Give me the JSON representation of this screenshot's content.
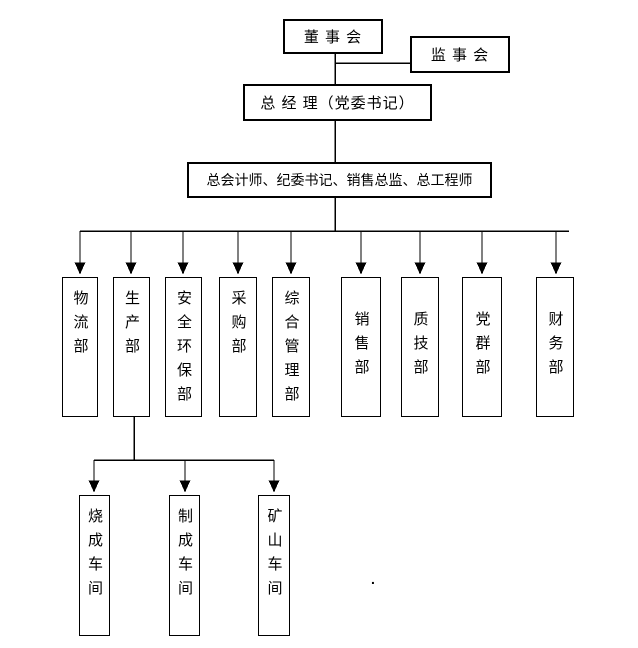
{
  "org_chart": {
    "board": {
      "label": "董 事 会"
    },
    "supervisory": {
      "label": "监 事 会"
    },
    "general_manager": {
      "label": "总 经 理（党委书记）"
    },
    "executives": {
      "label": "总会计师、纪委书记、销售总监、总工程师"
    },
    "departments": [
      {
        "label": "物流部"
      },
      {
        "label": "生产部"
      },
      {
        "label": "安全环保部"
      },
      {
        "label": "采购部"
      },
      {
        "label": "综合管理部"
      },
      {
        "label": "销售部"
      },
      {
        "label": "质技部"
      },
      {
        "label": "党群部"
      },
      {
        "label": "财务部"
      }
    ],
    "workshops": [
      {
        "label": "烧成车间"
      },
      {
        "label": "制成车间"
      },
      {
        "label": "矿山车间"
      }
    ],
    "stray_mark": ".",
    "colors": {
      "line": "#000000",
      "background": "#ffffff",
      "text": "#000000"
    }
  }
}
